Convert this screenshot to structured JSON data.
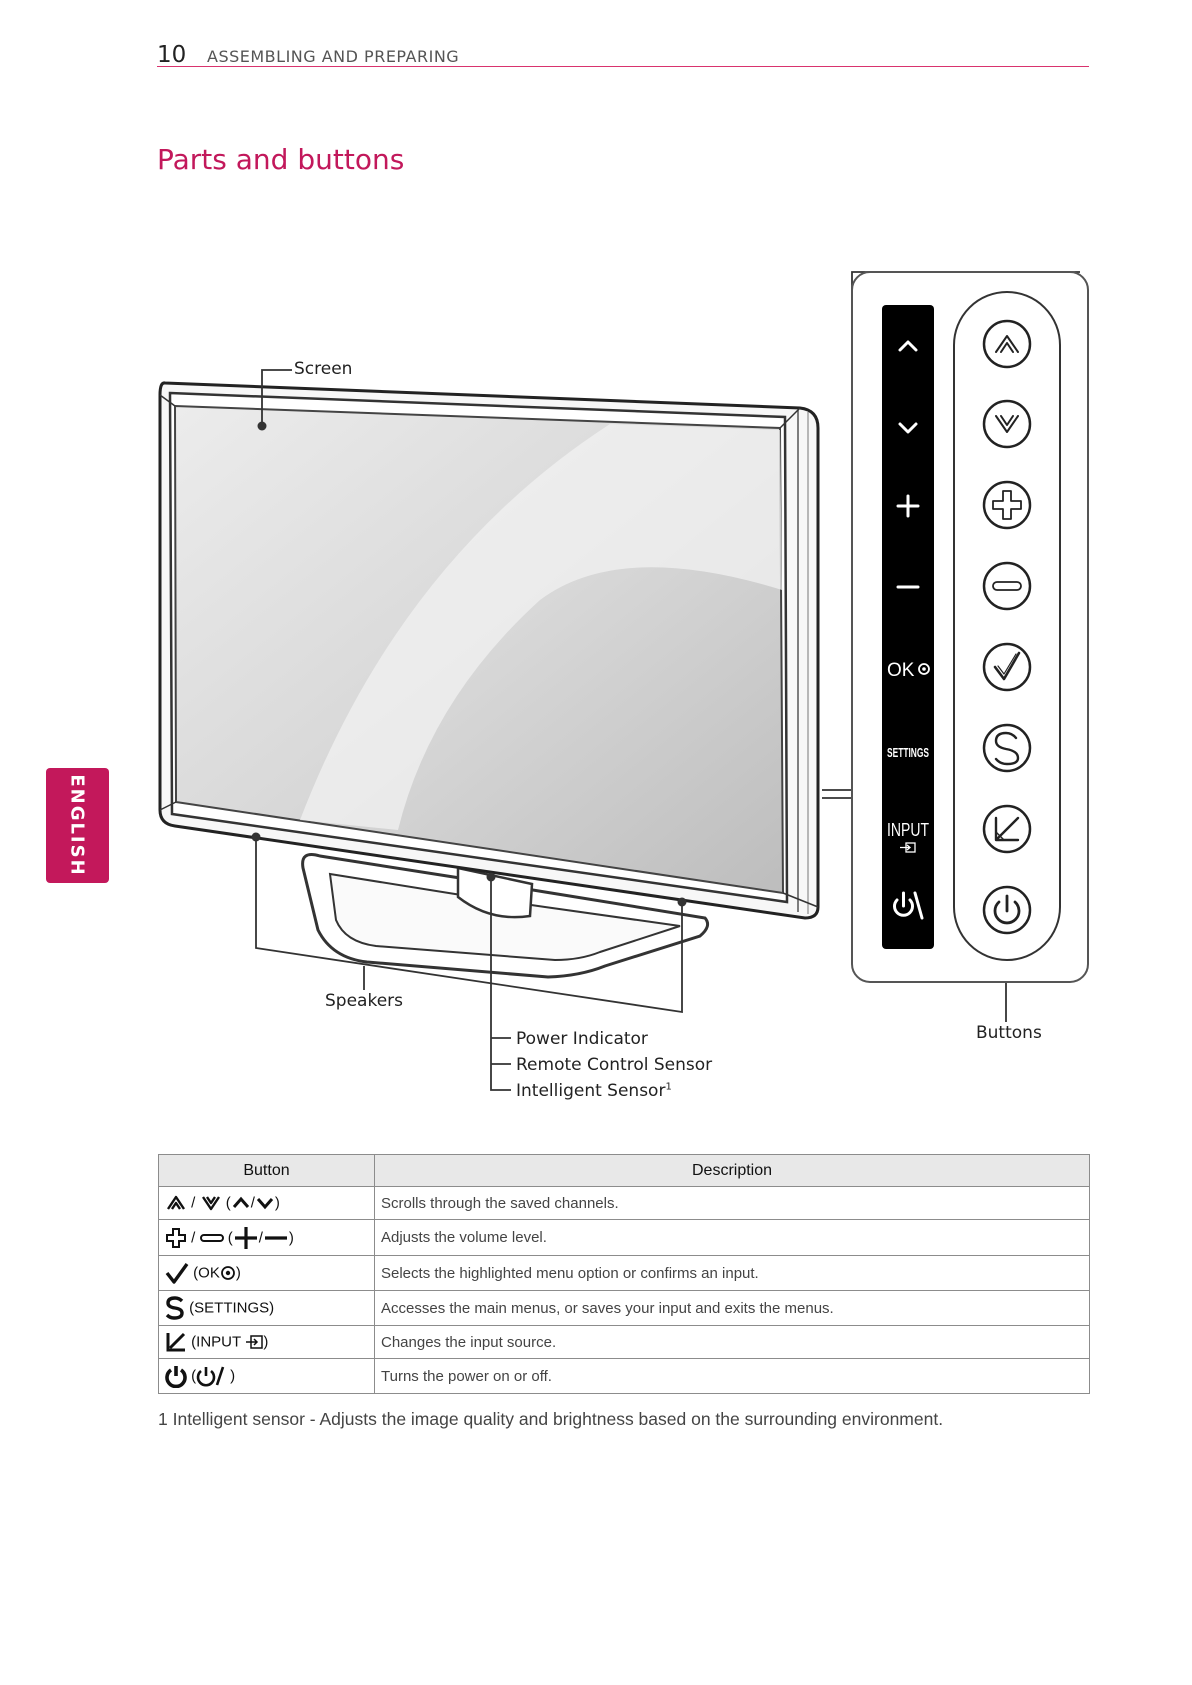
{
  "header": {
    "page_number": "10",
    "section": "ASSEMBLING AND PREPARING"
  },
  "heading": "Parts and buttons",
  "language_tab": "ENGLISH",
  "labels": {
    "screen": "Screen",
    "speakers": "Speakers",
    "power_indicator": "Power Indicator",
    "remote_sensor": "Remote Control Sensor",
    "intelligent_sensor": "Intelligent Sensor",
    "intelligent_sensor_sup": "1",
    "buttons": "Buttons"
  },
  "panel_text": {
    "ok": "OK",
    "settings": "SETTINGS",
    "input": "INPUT"
  },
  "table": {
    "headers": [
      "Button",
      "Description"
    ],
    "rows": [
      {
        "sep1": "/",
        "open": "(",
        "sep2": "/",
        "close": ")",
        "description": "Scrolls through the saved channels."
      },
      {
        "sep1": "/",
        "open": "(",
        "sep2": "/",
        "close": ")",
        "description": "Adjusts the volume level."
      },
      {
        "label": "(OK",
        "close": ")",
        "description": "Selects the highlighted menu option or confirms an input."
      },
      {
        "label": "(SETTINGS)",
        "description": "Accesses the main menus, or saves your input and exits the menus."
      },
      {
        "label": "(INPUT",
        "close": ")",
        "description": "Changes the input source."
      },
      {
        "open": "(",
        "close": ")",
        "description": "Turns the power on or off."
      }
    ]
  },
  "footnote": "1 Intelligent sensor - Adjusts the image quality and brightness based on the surrounding environment.",
  "colors": {
    "accent": "#c2185b",
    "tab": "#c3185b"
  }
}
